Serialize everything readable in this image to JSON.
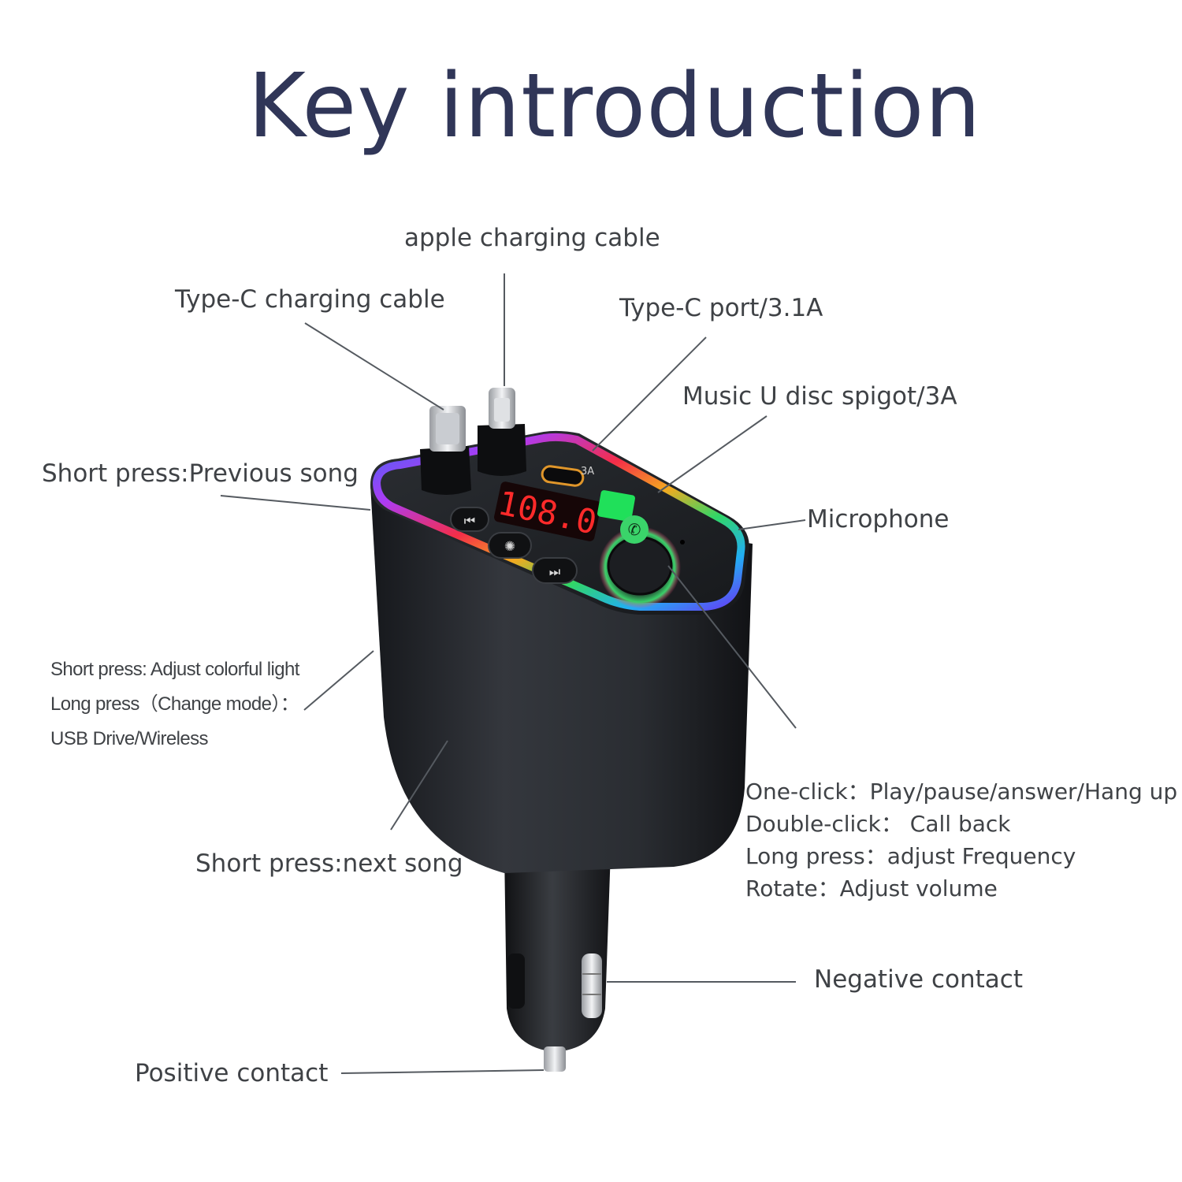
{
  "title": "Key introduction",
  "labels": {
    "apple_cable": "apple charging cable",
    "typec_cable": "Type-C charging cable",
    "typec_port": "Type-C port/3.1A",
    "music_u_disc": "Music U disc spigot/3A",
    "previous_song": "Short press:Previous song",
    "microphone": "Microphone",
    "light_button": [
      "Short press: Adjust colorful light",
      "Long press（Change mode）：",
      "USB Drive/Wireless"
    ],
    "knob_functions": [
      "One-click：Play/pause/answer/Hang up",
      "Double-click： Call back",
      "Long press：adjust Frequency",
      "Rotate：Adjust volume"
    ],
    "next_song": "Short press:next song",
    "negative_contact": "Negative contact",
    "positive_contact": "Positive contact"
  },
  "device": {
    "display_value": "108.0",
    "port_marking": "3A",
    "knob_icon": "phone-icon",
    "prev_icon": "previous-track-icon",
    "light_icon": "light-bulb-icon",
    "next_icon": "next-track-icon"
  }
}
